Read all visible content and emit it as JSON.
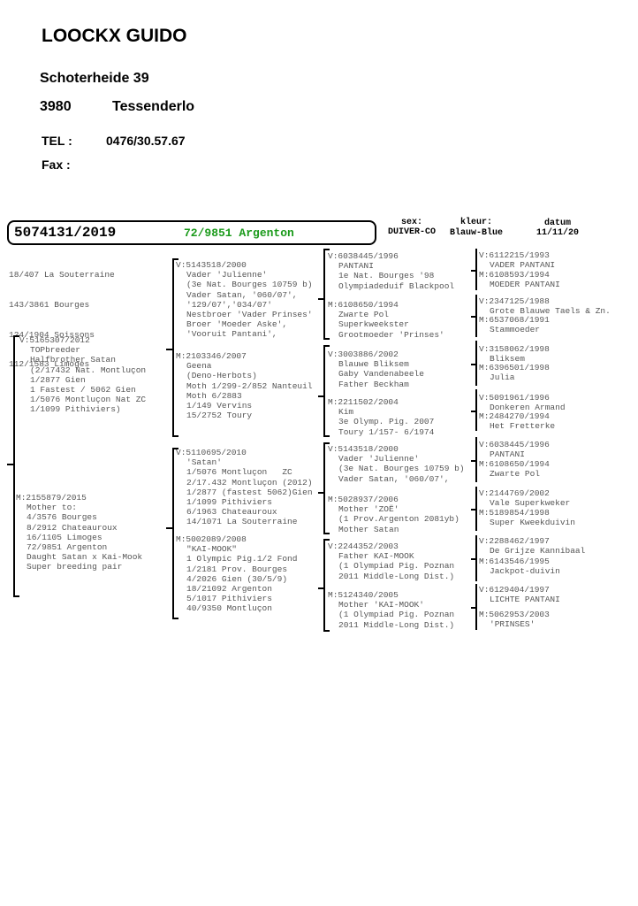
{
  "breeder": {
    "name": "LOOCKX GUIDO",
    "street": "Schoterheide 39",
    "postcode": "3980",
    "city": "Tessenderlo",
    "tel_label": "TEL :",
    "tel": "0476/30.57.67",
    "fax_label": "Fax :"
  },
  "header": {
    "ring": "5074131/2019",
    "name": "72/9851 Argenton",
    "sex_label": "sex:",
    "sex": "DUIVER-CO",
    "color_label": "kleur:",
    "color": "Blauw-Blue",
    "date_label": "datum",
    "date": "11/11/20",
    "name_color": "#1a9a1a"
  },
  "results": [
    "18/407 La Souterraine",
    "143/3861 Bourges",
    "124/1904 Soissons",
    "112/1583 Limoges"
  ],
  "gen1": [
    {
      "label": "V:",
      "ring": "5165307/2012",
      "lines": [
        "TOPbreeder",
        "Halfbrother Satan",
        "(2/17432 Nat. Montluçon",
        "1/2877 Gien",
        "1 Fastest / 5062 Gien",
        "1/5076 Montluçon Nat ZC",
        "1/1099 Pithiviers)"
      ]
    },
    {
      "label": "M:",
      "ring": "2155879/2015",
      "lines": [
        "Mother to:",
        "4/3576 Bourges",
        "8/2912 Chateauroux",
        "16/1105 Limoges",
        "72/9851 Argenton",
        "Daught Satan x Kai-Mook",
        "Super breeding pair"
      ]
    }
  ],
  "gen2": [
    {
      "label": "V:",
      "ring": "5143518/2000",
      "lines": [
        "Vader 'Julienne'",
        "(3e Nat. Bourges 10759 b)",
        "Vader Satan, '060/07',",
        "'129/07','034/07'",
        "Nestbroer 'Vader Prinses'",
        "Broer 'Moeder Aske',",
        "'Vooruit Pantani',"
      ]
    },
    {
      "label": "M:",
      "ring": "2103346/2007",
      "lines": [
        "Geena",
        "(Deno-Herbots)",
        "Moth 1/299-2/852 Nanteuil",
        "Moth 6/2883",
        "1/149 Vervins",
        "15/2752 Toury"
      ]
    },
    {
      "label": "V:",
      "ring": "5110695/2010",
      "lines": [
        "'Satan'",
        "1/5076 Montluçon   ZC",
        "2/17.432 Montluçon (2012)",
        "1/2877 (fastest 5062)Gien",
        "1/1099 Pithiviers",
        "6/1963 Chateauroux",
        "14/1071 La Souterraine"
      ]
    },
    {
      "label": "M:",
      "ring": "5002089/2008",
      "lines": [
        "\"KAI-MOOK\"",
        "1 Olympic Pig.1/2 Fond",
        "1/2181 Prov. Bourges",
        "4/2026 Gien (30/5/9)",
        "18/21092 Argenton",
        "5/1017 Pithiviers",
        "40/9350 Montluçon"
      ]
    }
  ],
  "gen3": [
    {
      "label": "V:",
      "ring": "6038445/1996",
      "lines": [
        "PANTANI",
        "1e Nat. Bourges '98",
        "Olympiadeduif Blackpool"
      ]
    },
    {
      "label": "M:",
      "ring": "6108650/1994",
      "lines": [
        "Zwarte Pol",
        "Superkweekster",
        "Grootmoeder 'Prinses'"
      ]
    },
    {
      "label": "V:",
      "ring": "3003886/2002",
      "lines": [
        "Blauwe Bliksem",
        "Gaby Vandenabeele",
        "Father Beckham"
      ]
    },
    {
      "label": "M:",
      "ring": "2211502/2004",
      "lines": [
        "Kim",
        "3e Olymp. Pig. 2007",
        "Toury 1/157- 6/1974"
      ]
    },
    {
      "label": "V:",
      "ring": "5143518/2000",
      "lines": [
        "Vader 'Julienne'",
        "(3e Nat. Bourges 10759 b)",
        "Vader Satan, '060/07',"
      ]
    },
    {
      "label": "M:",
      "ring": "5028937/2006",
      "lines": [
        "Mother 'ZOË'",
        "(1 Prov.Argenton 2081yb)",
        "Mother Satan"
      ]
    },
    {
      "label": "V:",
      "ring": "2244352/2003",
      "lines": [
        "Father KAI-MOOK",
        "(1 Olympiad Pig. Poznan",
        "2011 Middle-Long Dist.)"
      ]
    },
    {
      "label": "M:",
      "ring": "5124340/2005",
      "lines": [
        "Mother 'KAI-MOOK'",
        "(1 Olympiad Pig. Poznan",
        "2011 Middle-Long Dist.)"
      ]
    }
  ],
  "gen4": [
    {
      "label": "V:",
      "ring": "6112215/1993",
      "lines": [
        "VADER PANTANI"
      ]
    },
    {
      "label": "M:",
      "ring": "6108593/1994",
      "lines": [
        "MOEDER PANTANI"
      ]
    },
    {
      "label": "V:",
      "ring": "2347125/1988",
      "lines": [
        "Grote Blauwe Taels & Zn."
      ]
    },
    {
      "label": "M:",
      "ring": "6537068/1991",
      "lines": [
        "Stammoeder"
      ]
    },
    {
      "label": "V:",
      "ring": "3158062/1998",
      "lines": [
        "Bliksem"
      ]
    },
    {
      "label": "M:",
      "ring": "6396501/1998",
      "lines": [
        "Julia"
      ]
    },
    {
      "label": "V:",
      "ring": "5091961/1996",
      "lines": [
        "Donkeren Armand"
      ]
    },
    {
      "label": "M:",
      "ring": "2484270/1994",
      "lines": [
        "Het Fretterke"
      ]
    },
    {
      "label": "V:",
      "ring": "6038445/1996",
      "lines": [
        "PANTANI"
      ]
    },
    {
      "label": "M:",
      "ring": "6108650/1994",
      "lines": [
        "Zwarte Pol"
      ]
    },
    {
      "label": "V:",
      "ring": "2144769/2002",
      "lines": [
        "Vale Superkweker"
      ]
    },
    {
      "label": "M:",
      "ring": "5189854/1998",
      "lines": [
        "Super Kweekduivin"
      ]
    },
    {
      "label": "V:",
      "ring": "2288462/1997",
      "lines": [
        "De Grijze Kannibaal"
      ]
    },
    {
      "label": "M:",
      "ring": "6143546/1995",
      "lines": [
        "Jackpot-duivin"
      ]
    },
    {
      "label": "V:",
      "ring": "6129404/1997",
      "lines": [
        "LICHTE PANTANI"
      ]
    },
    {
      "label": "M:",
      "ring": "5062953/2003",
      "lines": [
        "'PRINSES'"
      ]
    }
  ]
}
